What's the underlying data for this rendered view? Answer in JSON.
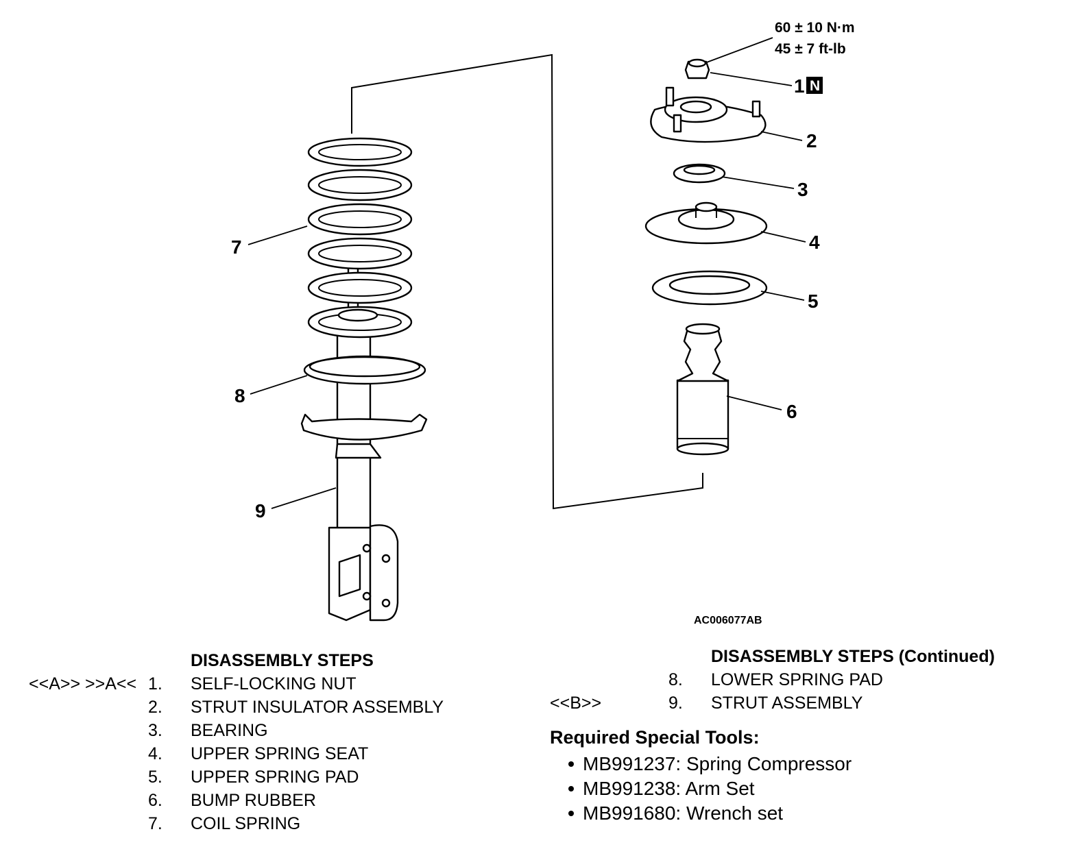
{
  "figure": {
    "torque_nm": "60 ± 10 N·m",
    "torque_ftlb": "45 ± 7 ft-lb",
    "nut_label_number": "1",
    "nut_label_badge": "N",
    "figure_id": "AC006077AB",
    "callouts": [
      "2",
      "3",
      "4",
      "5",
      "6",
      "7",
      "8",
      "9"
    ]
  },
  "steps_left": {
    "heading": "DISASSEMBLY STEPS",
    "items": [
      {
        "marker": "<<A>> >>A<<",
        "num": "1.",
        "label": "SELF-LOCKING NUT"
      },
      {
        "marker": "",
        "num": "2.",
        "label": "STRUT INSULATOR ASSEMBLY"
      },
      {
        "marker": "",
        "num": "3.",
        "label": "BEARING"
      },
      {
        "marker": "",
        "num": "4.",
        "label": "UPPER SPRING SEAT"
      },
      {
        "marker": "",
        "num": "5.",
        "label": "UPPER SPRING PAD"
      },
      {
        "marker": "",
        "num": "6.",
        "label": "BUMP RUBBER"
      },
      {
        "marker": "",
        "num": "7.",
        "label": "COIL SPRING"
      }
    ]
  },
  "steps_right": {
    "heading": "DISASSEMBLY STEPS (Continued)",
    "items": [
      {
        "marker": "",
        "num": "8.",
        "label": "LOWER SPRING PAD"
      },
      {
        "marker": "<<B>>",
        "num": "9.",
        "label": "STRUT ASSEMBLY"
      }
    ]
  },
  "tools": {
    "heading": "Required Special Tools:",
    "items": [
      "MB991237: Spring Compressor",
      "MB991238: Arm Set",
      "MB991680: Wrench set"
    ]
  }
}
